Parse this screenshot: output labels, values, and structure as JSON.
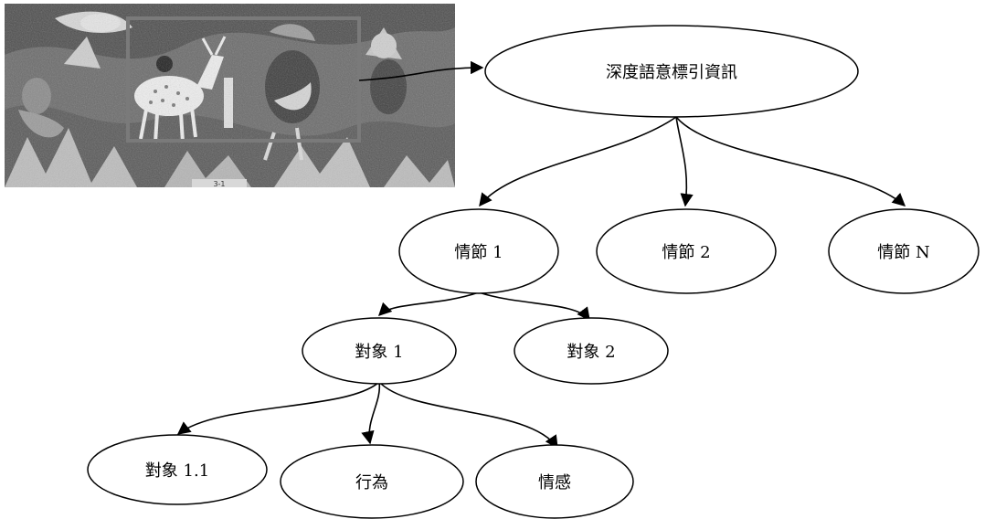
{
  "diagram": {
    "image": {
      "description": "Grayscale mural fragment showing a white spotted deer and figures; a highlighted rectangular region links to the index root",
      "frame_color": "#7a7a7a"
    },
    "nodes": {
      "root": "深度語意標引資訊",
      "scene1": "情節 1",
      "scene2": "情節 2",
      "sceneN": "情節 N",
      "object1": "對象 1",
      "object2": "對象 2",
      "object11": "對象 1.1",
      "behavior": "行為",
      "emotion": "情感"
    },
    "colors": {
      "stroke": "#000000",
      "fill": "#ffffff"
    }
  }
}
